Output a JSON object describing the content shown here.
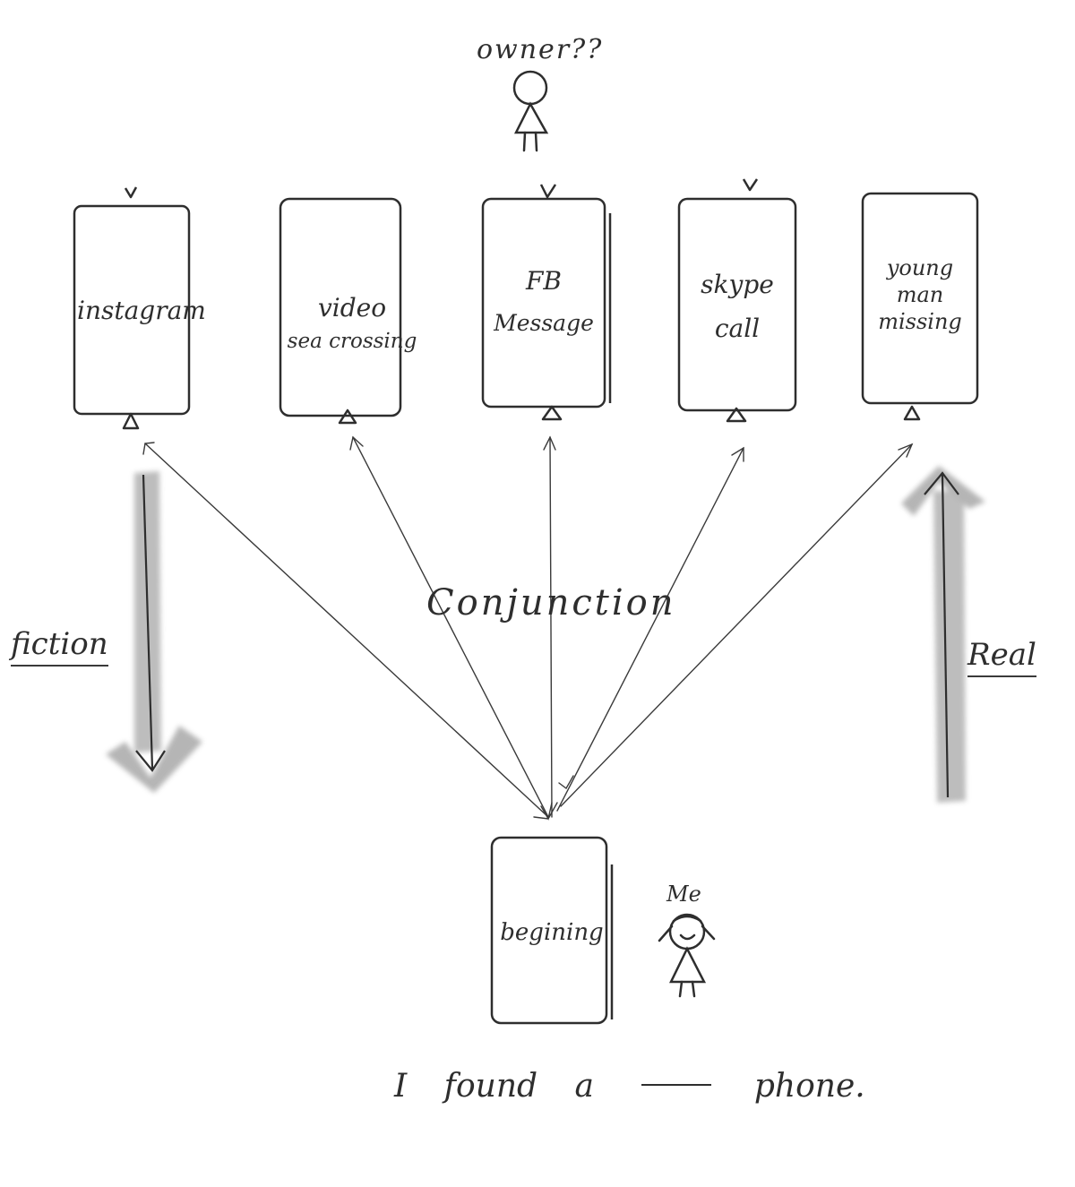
{
  "owner_label": "owner??",
  "me_label": "Me",
  "center_label": "Conjunction",
  "left_axis_label": "fiction",
  "right_axis_label": "Real",
  "caption": {
    "before": "I  found  a",
    "blank": "",
    "after": "phone."
  },
  "phones": [
    {
      "id": "instagram",
      "lines": [
        "instagram"
      ],
      "checked": true
    },
    {
      "id": "video",
      "lines": [
        "video",
        "sea crossing"
      ],
      "checked": false
    },
    {
      "id": "fb",
      "lines": [
        "FB",
        "Message"
      ],
      "checked": true
    },
    {
      "id": "skype",
      "lines": [
        "skype",
        "call"
      ],
      "checked": true
    },
    {
      "id": "young-man",
      "lines": [
        "young",
        "man",
        "missing"
      ],
      "checked": false
    }
  ],
  "start_phone": {
    "lines": [
      "begining"
    ]
  },
  "colors": {
    "ink": "#2e2e2e",
    "wash": "#9a9a9a"
  }
}
